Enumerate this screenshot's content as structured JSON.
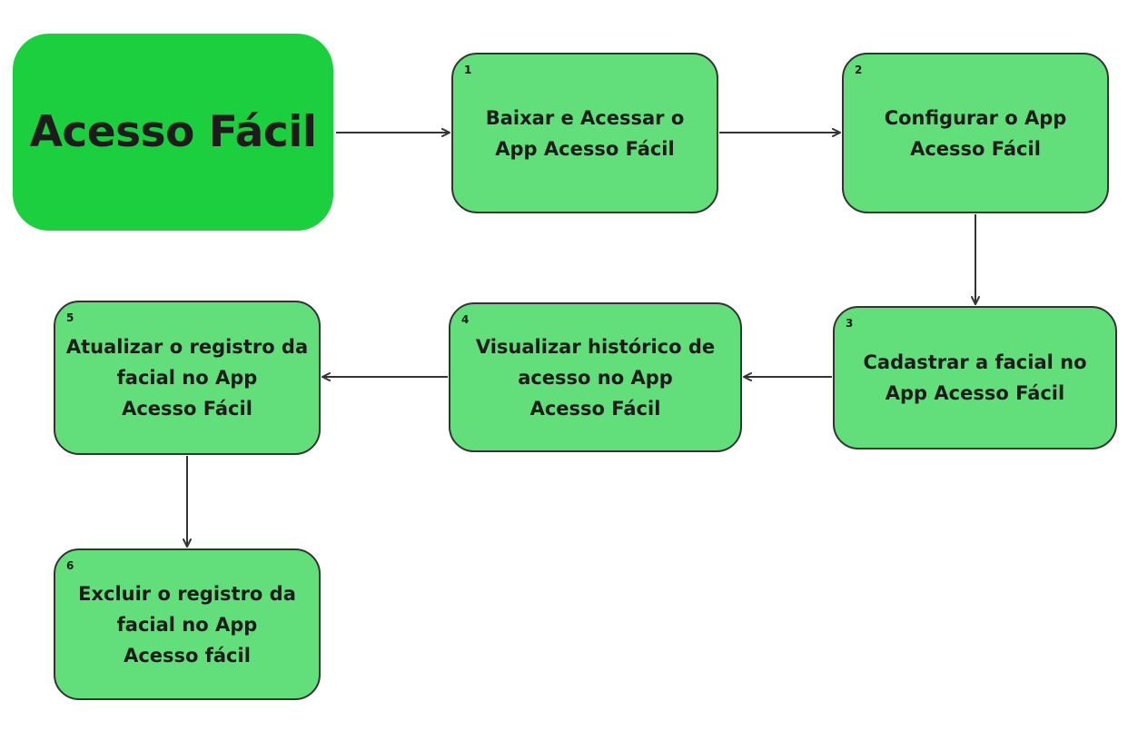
{
  "title": "Acesso Fácil",
  "colors": {
    "title_fill": "#1ccf3f",
    "step_fill": "#62df7a",
    "stroke": "#333333",
    "text": "#1c1c1c"
  },
  "steps": [
    {
      "number": "1",
      "label": "Baixar e Acessar o\nApp Acesso Fácil"
    },
    {
      "number": "2",
      "label": "Configurar o App\nAcesso Fácil"
    },
    {
      "number": "3",
      "label": "Cadastrar a facial no\nApp Acesso Fácil"
    },
    {
      "number": "4",
      "label": "Visualizar histórico de\nacesso no App\nAcesso Fácil"
    },
    {
      "number": "5",
      "label": "Atualizar o registro da\nfacial no App\nAcesso Fácil"
    },
    {
      "number": "6",
      "label": "Excluir o registro da\nfacial no App\nAcesso fácil"
    }
  ],
  "connections": [
    {
      "from": "title",
      "to": "1"
    },
    {
      "from": "1",
      "to": "2"
    },
    {
      "from": "2",
      "to": "3"
    },
    {
      "from": "3",
      "to": "4"
    },
    {
      "from": "4",
      "to": "5"
    },
    {
      "from": "5",
      "to": "6"
    }
  ]
}
